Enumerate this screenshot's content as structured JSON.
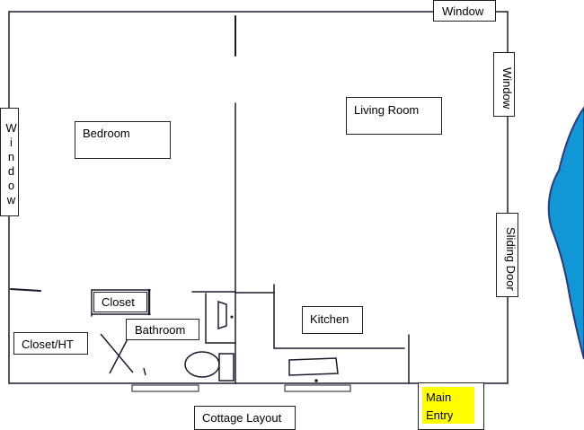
{
  "labels": {
    "window_top": "Window",
    "window_right": "Window",
    "window_left": "Window",
    "bedroom": "Bedroom",
    "living_room": "Living Room",
    "sliding_door": "Sliding Door",
    "closet": "Closet",
    "bathroom": "Bathroom",
    "closet_ht": "Closet/HT",
    "kitchen": "Kitchen",
    "main_entry_line1": "Main",
    "main_entry_line2": "Entry",
    "title": "Cottage Layout"
  },
  "colors": {
    "line": "#1a1a2e",
    "water": "#1196d6",
    "entry_highlight": "#ffff00"
  }
}
